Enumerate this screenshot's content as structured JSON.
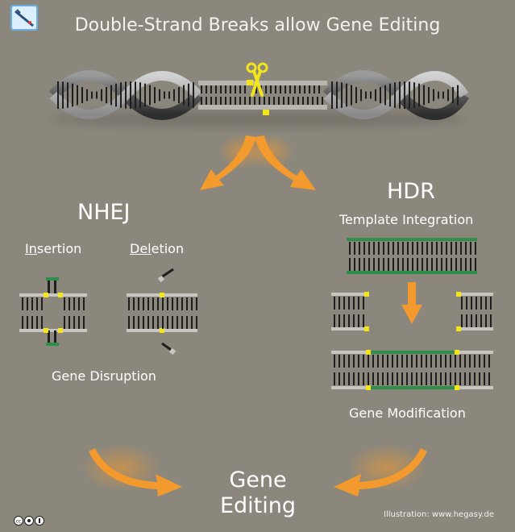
{
  "title": "Double-Strand Breaks allow Gene Editing",
  "nhej": {
    "heading": "NHEJ",
    "insertion": {
      "underlined": "In",
      "rest": "sertion"
    },
    "deletion": {
      "underlined": "Del",
      "rest": "etion"
    },
    "outcome": "Gene Disruption"
  },
  "hdr": {
    "heading": "HDR",
    "template_label": "Template Integration",
    "outcome": "Gene Modification"
  },
  "result": {
    "line1": "Gene",
    "line2": "Editing"
  },
  "credit": "Illustration: www.hegasy.de",
  "colors": {
    "background": "#8b877d",
    "arrow": "#f29a2e",
    "break_marker": "#f2e51a",
    "template_strand": "#2e8f4a",
    "backbone": "#c9c6c0",
    "rung": "#1e1e1e"
  },
  "icons": [
    "scissors-icon",
    "logo-icon",
    "creative-commons-icon"
  ]
}
